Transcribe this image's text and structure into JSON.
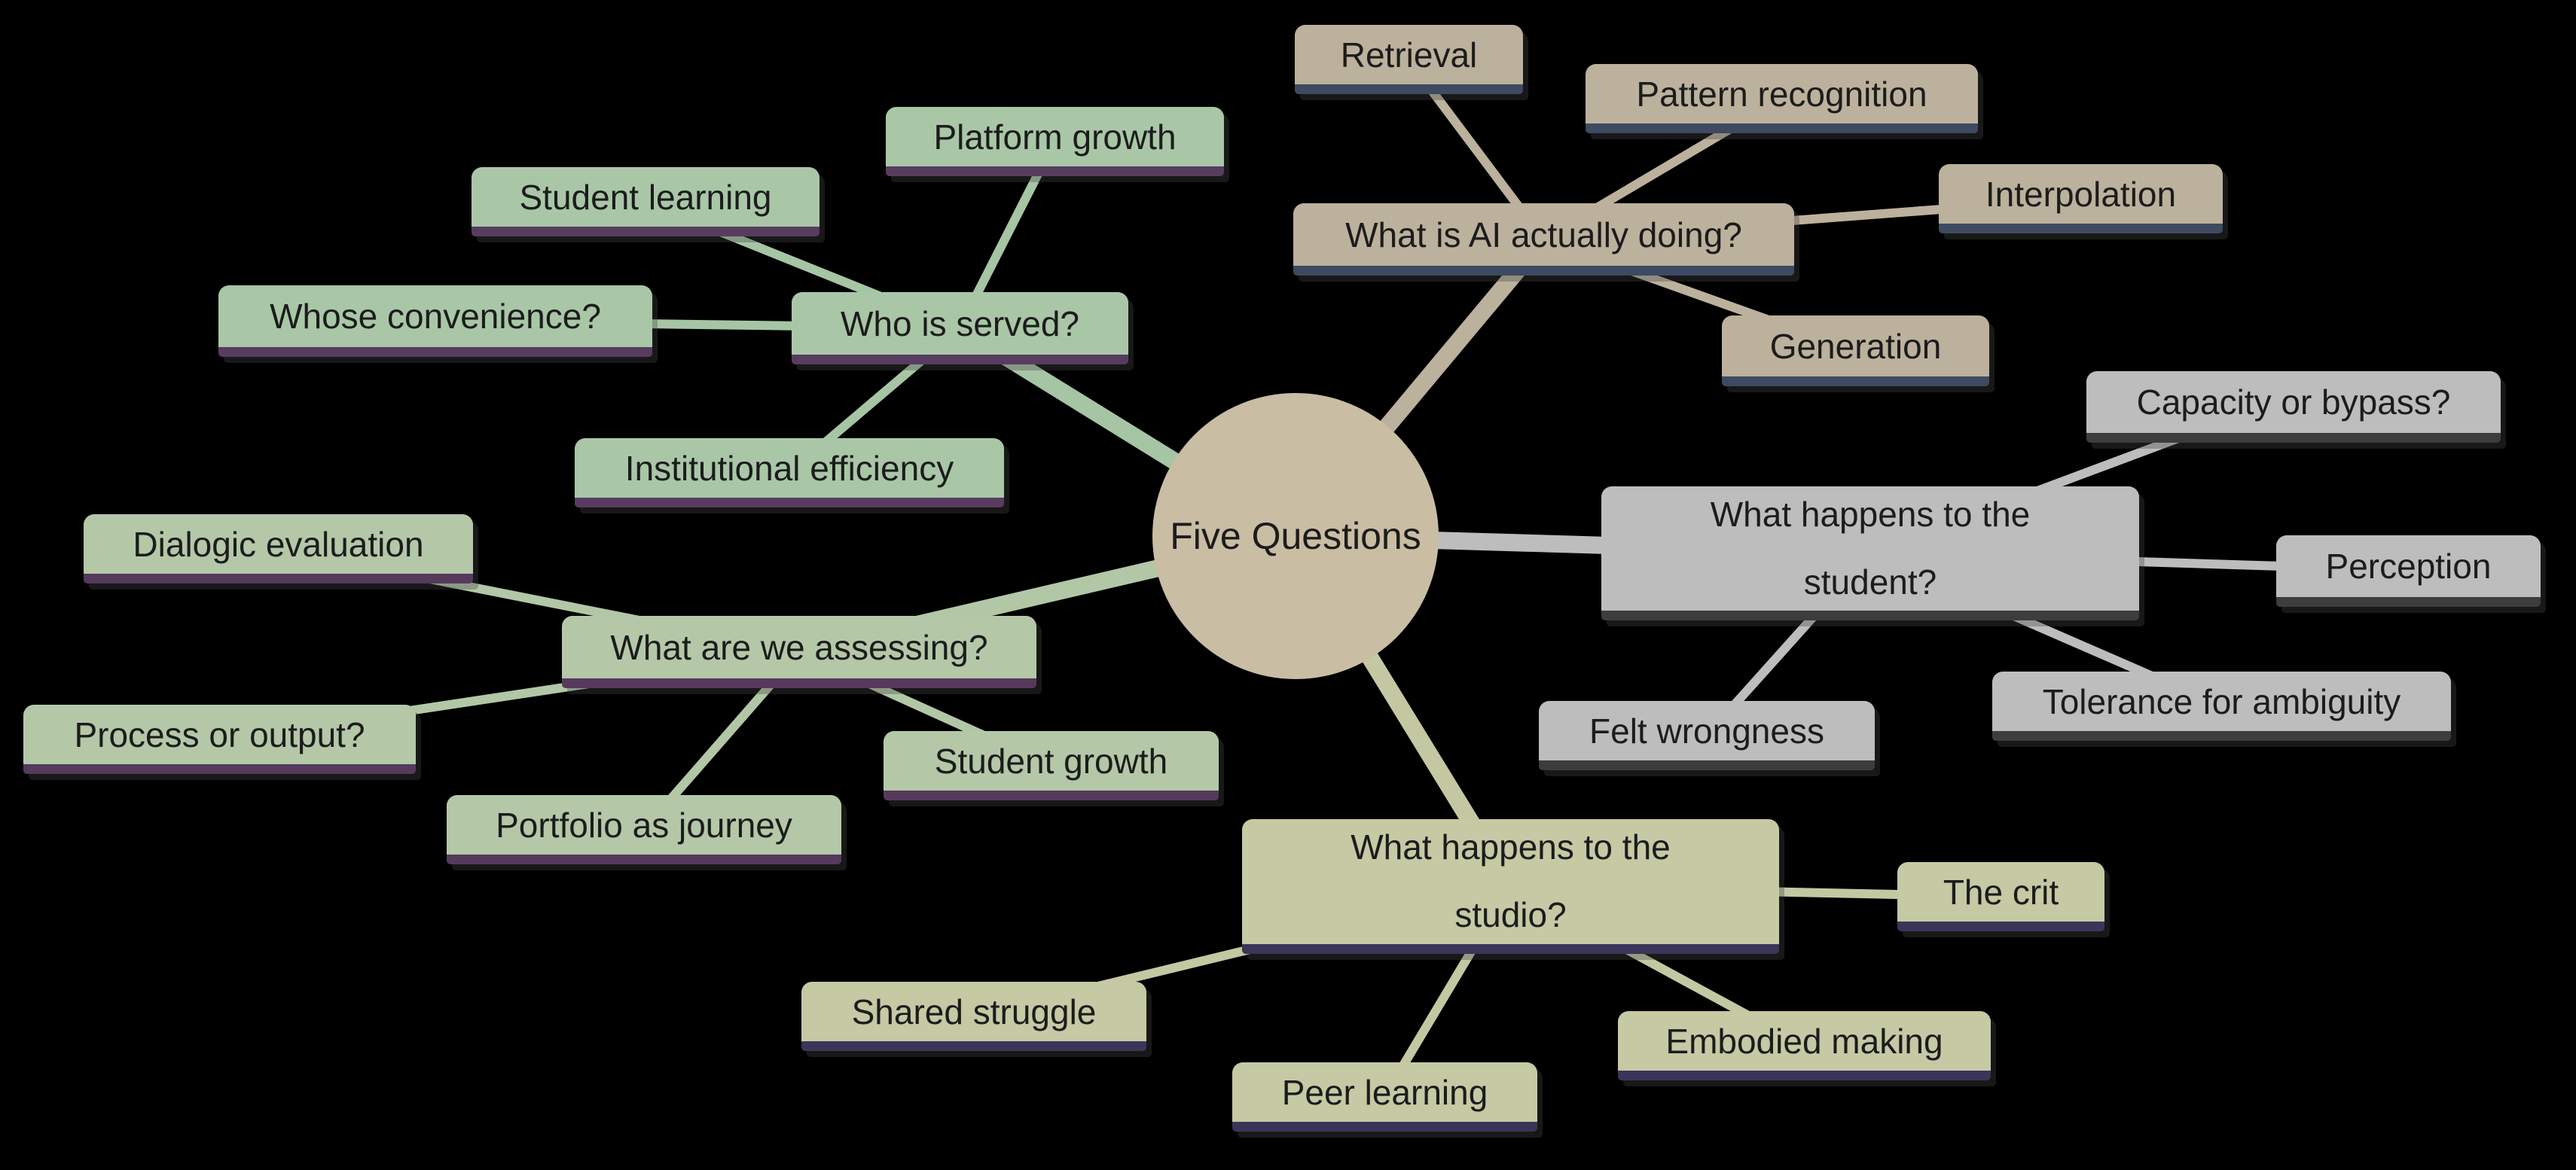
{
  "background_color": "#000000",
  "text_color": "#1c1c1c",
  "center": {
    "label": "Five Questions",
    "fill": "#c9bda4"
  },
  "branches": [
    {
      "label": "Who is served?",
      "fill": "#a9c7a7",
      "underline": "#573c60",
      "edge_color": "#a6c5a4",
      "children": [
        "Platform growth",
        "Student learning",
        "Whose convenience?",
        "Institutional efficiency"
      ]
    },
    {
      "label": "What is AI actually doing?",
      "fill": "#bcb19c",
      "underline": "#3d4a61",
      "edge_color": "#bcb19c",
      "children": [
        "Retrieval",
        "Pattern recognition",
        "Interpolation",
        "Generation"
      ]
    },
    {
      "label": "What happens to the student?",
      "fill": "#bdbdbd",
      "underline": "#3d3d3d",
      "edge_color": "#bdbdbd",
      "children": [
        "Capacity or bypass?",
        "Perception",
        "Tolerance for ambiguity",
        "Felt wrongness"
      ]
    },
    {
      "label": "What are we assessing?",
      "fill": "#b4c8a8",
      "underline": "#553a5c",
      "edge_color": "#b2c7a6",
      "children": [
        "Dialogic evaluation",
        "Process or output?",
        "Portfolio as journey",
        "Student growth"
      ]
    },
    {
      "label": "What happens to the studio?",
      "fill": "#c5c9a4",
      "underline": "#3a3559",
      "edge_color": "#c4c8a2",
      "children": [
        "The crit",
        "Shared struggle",
        "Peer learning",
        "Embodied making"
      ]
    }
  ]
}
